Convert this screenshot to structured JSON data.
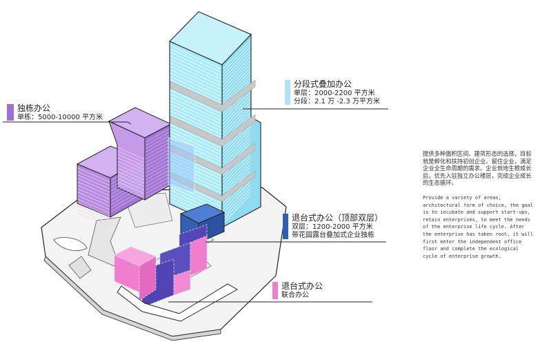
{
  "colors": {
    "tower": "#9ee6f7",
    "tower_band": "#c8c8c8",
    "block": "#c59be8",
    "terrace_navy": "#5a4fbf",
    "terrace_pink": "#f27ed1",
    "terrace_blue_top": "#3c6bc0",
    "site": "#f0f0f0",
    "line": "#222222"
  },
  "callouts": {
    "segmented": {
      "title": "分段式叠加办公",
      "line1": "单层：2000-2200 平方米",
      "line2": "分段：2.1 万 -2.3 万平方米",
      "swatch": "#aee2f6"
    },
    "single": {
      "title": "独栋办公",
      "line1": "单栋：5000-10000 平方米",
      "swatch": "#a06fd2"
    },
    "terrace_top": {
      "title": "退台式办公（顶部双层）",
      "line1": "双层：1200-2000 平方米",
      "line2": "带花园露台叠加式企业独栋",
      "swatch": "#2f5fb2"
    },
    "terrace": {
      "title": "退台式办公",
      "line1": "联合办公",
      "swatch": "#f07ecf"
    }
  },
  "description": {
    "cn": "提供多种面积区间、建筑形态的选择，目标就是孵化和扶持初创企业、留住企业，满足企业全生命周期的需求。企业就地生根成长后，优先入驻独立办公楼层，完成企业成长的生态循环。",
    "en": "Provide a variety of areas, architectural form of choice, the goal is to incubate and support start-ups, retain enterprises, to meet the needs of the enterprise life cycle. After the enterprise has taken root, it will first enter the independent office floor and complete the ecological cycle of enterprise growth."
  }
}
